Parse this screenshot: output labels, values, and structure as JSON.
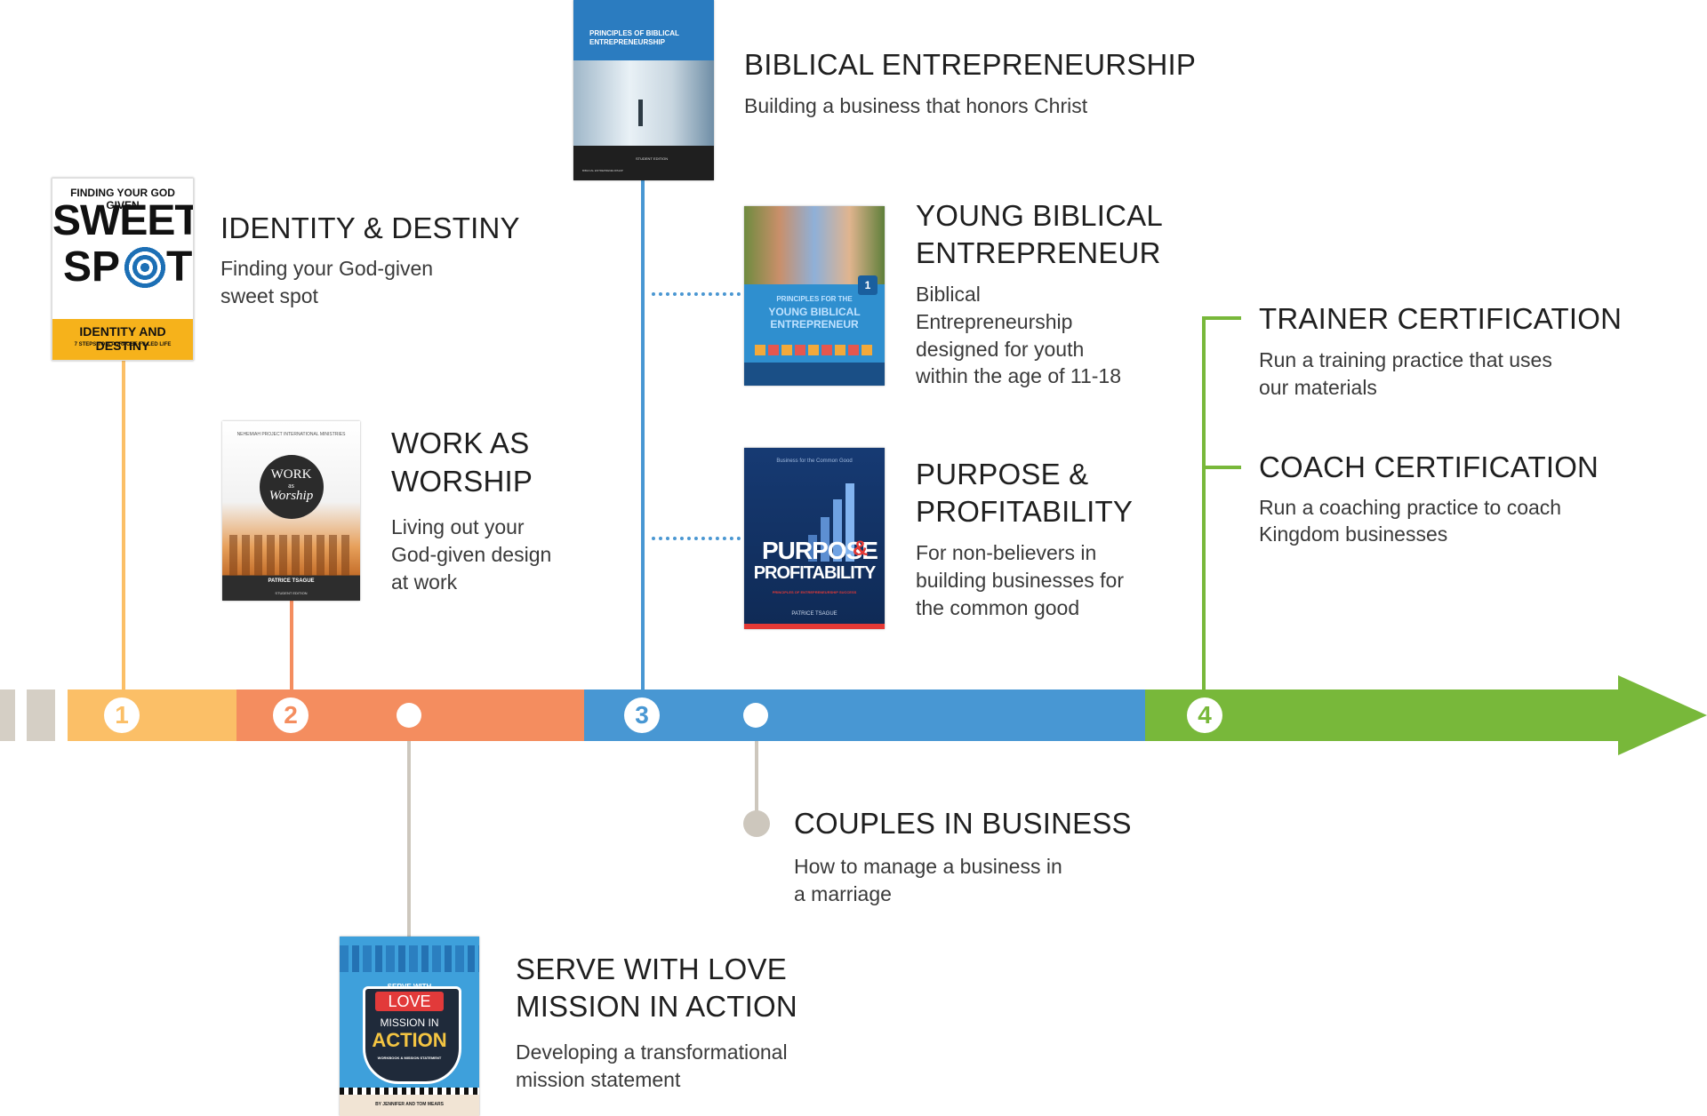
{
  "colors": {
    "stage1": "#fbbf67",
    "stage2": "#f48d5f",
    "stage3": "#4897d3",
    "stage4": "#78b83a",
    "stub": "#d5cfc5",
    "connector_gray": "#cdc7bd"
  },
  "timeline": {
    "stages": [
      {
        "number": "1"
      },
      {
        "number": "2"
      },
      {
        "number": "3"
      },
      {
        "number": "4"
      }
    ]
  },
  "items": {
    "identity": {
      "title": "IDENTITY & DESTINY",
      "desc_1": "Finding your God-given",
      "desc_2": "sweet spot"
    },
    "work": {
      "title_1": "WORK AS",
      "title_2": "WORSHIP",
      "desc_1": "Living out your",
      "desc_2": "God-given design",
      "desc_3": "at work"
    },
    "serve": {
      "title_1": "SERVE WITH LOVE",
      "title_2": "MISSION IN ACTION",
      "desc_1": "Developing a transformational",
      "desc_2": "mission statement"
    },
    "biblical": {
      "title": "BIBLICAL ENTREPRENEURSHIP",
      "desc": "Building a business that honors Christ"
    },
    "young": {
      "title_1": "YOUNG BIBLICAL",
      "title_2": "ENTREPRENEUR",
      "desc_1": "Biblical",
      "desc_2": "Entrepreneurship",
      "desc_3": "designed for youth",
      "desc_4": "within the age of 11-18"
    },
    "purpose": {
      "title_1": "PURPOSE &",
      "title_2": "PROFITABILITY",
      "desc_1": "For non-believers in",
      "desc_2": "building businesses for",
      "desc_3": "the common good"
    },
    "couples": {
      "title": "COUPLES IN BUSINESS",
      "desc_1": "How to manage a business in",
      "desc_2": "a marriage"
    },
    "trainer": {
      "title": "TRAINER CERTIFICATION",
      "desc_1": "Run a training practice that uses",
      "desc_2": "our materials"
    },
    "coach": {
      "title": "COACH CERTIFICATION",
      "desc_1": "Run a coaching practice to coach",
      "desc_2": "Kingdom businesses"
    }
  },
  "covers": {
    "sweet_spot": {
      "line1": "FINDING YOUR GOD GIVEN",
      "line2": "SWEET",
      "line3": "SP",
      "line4": "T",
      "band1": "IDENTITY AND DESTINY",
      "band2": "7 STEPS TO A PURPOSE-FILLED LIFE"
    },
    "work_worship": {
      "top": "NEHEMIAH PROJECT INTERNATIONAL MINISTRIES",
      "title1": "WORK",
      "title2": "as",
      "title3": "Worship",
      "author": "PATRICE TSAGUE",
      "edition": "STUDENT EDITION"
    },
    "serve_love": {
      "l1": "SERVE WITH",
      "l2": "LOVE",
      "l3": "MISSION IN",
      "l4": "ACTION",
      "l5": "WORKBOOK & MISSION STATEMENT",
      "author": "BY JENNIFER AND TOM MEARS"
    },
    "principles": {
      "l1": "PRINCIPLES OF BIBLICAL",
      "l2": "ENTREPRENEURSHIP",
      "l3": "STUDENT EDITION",
      "l4": "BIBLICAL ENTREPRENEURSHIP"
    },
    "young_cover": {
      "l1": "PRINCIPLES FOR THE",
      "l2": "YOUNG BIBLICAL",
      "l3": "ENTREPRENEUR",
      "badge": "1"
    },
    "purpose_cover": {
      "l0": "Business for the Common Good",
      "l1": "PURPOSE",
      "l2": "&",
      "l3": "PROFITABILITY",
      "l4": "PRINCIPLES OF ENTREPRENEURSHIP SUCCESS",
      "author": "PATRICE TSAGUE"
    }
  }
}
